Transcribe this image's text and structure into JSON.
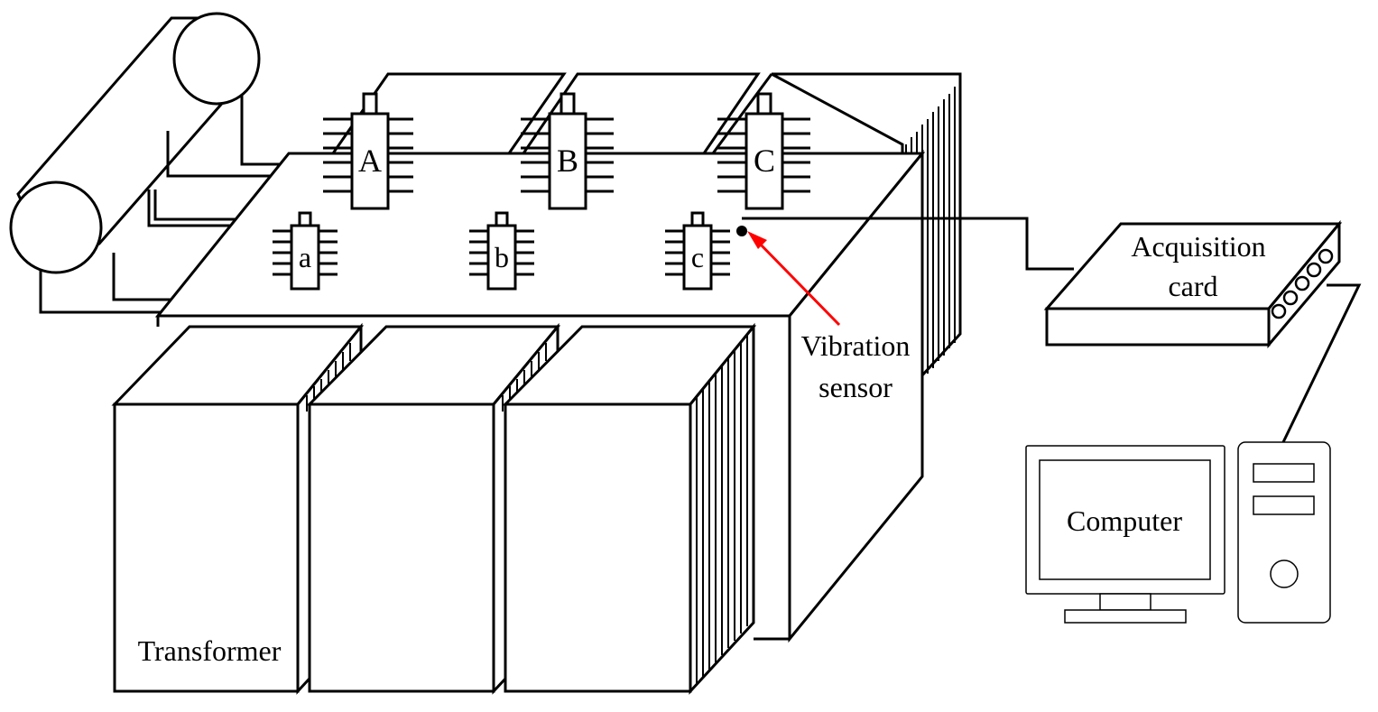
{
  "labels": {
    "bushing_A": "A",
    "bushing_B": "B",
    "bushing_C": "C",
    "bushing_a": "a",
    "bushing_b": "b",
    "bushing_c": "c",
    "vibration_line1": "Vibration",
    "vibration_line2": "sensor",
    "acquisition_line1": "Acquisition",
    "acquisition_line2": "card",
    "computer": "Computer",
    "transformer": "Transformer"
  },
  "colors": {
    "stroke": "#000000",
    "arrow": "#ff0000",
    "background": "#ffffff"
  }
}
